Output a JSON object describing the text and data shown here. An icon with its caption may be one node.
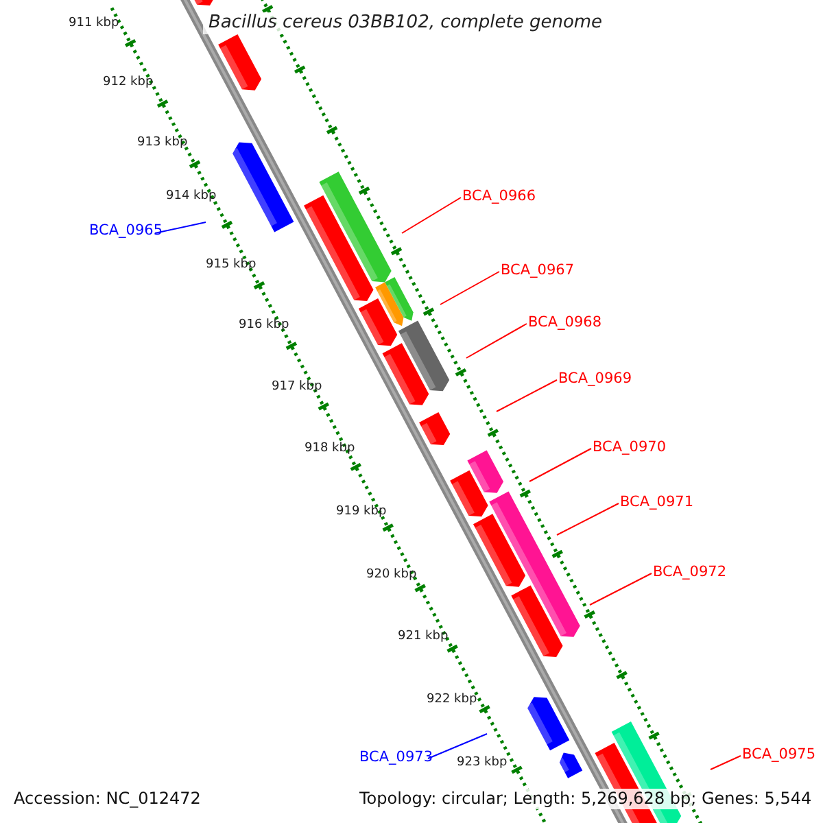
{
  "diagram": {
    "title": "Bacillus cereus 03BB102, complete genome",
    "nodes": [
      {
        "text": [
          "BCA_0965"
        ]
      },
      {
        "text": [
          "BCA_0966"
        ]
      },
      {
        "text": [
          "BCA_0967"
        ]
      },
      {
        "text": [
          "BCA_0968"
        ]
      },
      {
        "text": [
          "BCA_0969"
        ]
      },
      {
        "text": [
          "BCA_0970"
        ]
      },
      {
        "text": [
          "BCA_0971"
        ]
      },
      {
        "text": [
          "BCA_0972"
        ]
      },
      {
        "text": [
          "BCA_0973"
        ]
      },
      {
        "text": [
          "BCA_0975"
        ]
      }
    ],
    "edges": [
      {
        "from": 0,
        "to": null,
        "arrow": "none",
        "color": "#0000ff"
      },
      {
        "from": 1,
        "to": null,
        "arrow": "none"
      },
      {
        "from": 2,
        "to": null,
        "arrow": "none"
      },
      {
        "from": 3,
        "to": null,
        "arrow": "none"
      },
      {
        "from": 4,
        "to": null,
        "arrow": "none"
      },
      {
        "from": 5,
        "to": null,
        "arrow": "none"
      },
      {
        "from": 6,
        "to": null,
        "arrow": "none"
      },
      {
        "from": 7,
        "to": null,
        "arrow": "none"
      },
      {
        "from": 8,
        "to": null,
        "arrow": "none",
        "color": "#0000ff"
      },
      {
        "from": 9,
        "to": null,
        "arrow": "none"
      }
    ],
    "labels": [
      "911 kbp",
      "912 kbp",
      "913 kbp",
      "914 kbp",
      "915 kbp",
      "916 kbp",
      "917 kbp",
      "918 kbp",
      "919 kbp",
      "920 kbp",
      "921 kbp",
      "922 kbp",
      "923 kbp",
      "Accession: NC_012472",
      "Topology: circular; Length: 5,269,628 bp; Genes: 5,544"
    ]
  }
}
